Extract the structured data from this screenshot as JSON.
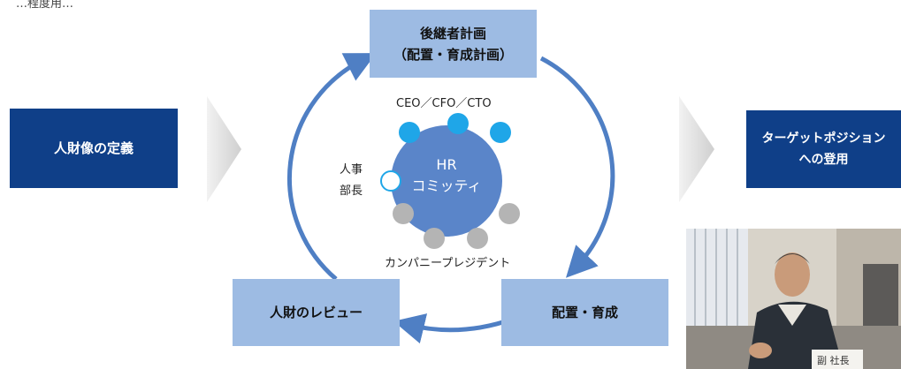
{
  "top_left_fragment": "…程度用…",
  "boxes": {
    "definition": "人財像の定義",
    "succession_line1": "後継者計画",
    "succession_line2": "（配置・育成計画）",
    "placement": "配置・育成",
    "review": "人財のレビュー",
    "target_line1": "ターゲットポジション",
    "target_line2": "への登用"
  },
  "committee": {
    "title_line1": "HR",
    "title_line2": "コミッティ",
    "top_members": "CEO／CFO／CTO",
    "hr_head_line1": "人事",
    "hr_head_line2": "部長",
    "bottom_members": "カンパニープレジデント"
  },
  "photo": {
    "nameplate": "副 社長"
  },
  "colors": {
    "navy": "#0f3f88",
    "light_box": "#9dbbe3",
    "cycle_arrow": "#4f7fc4",
    "circle": "#5a85c9",
    "member_cyan": "#1fa6e8",
    "member_gray": "#b4b4b4",
    "chevron": "#dcdcdc"
  }
}
